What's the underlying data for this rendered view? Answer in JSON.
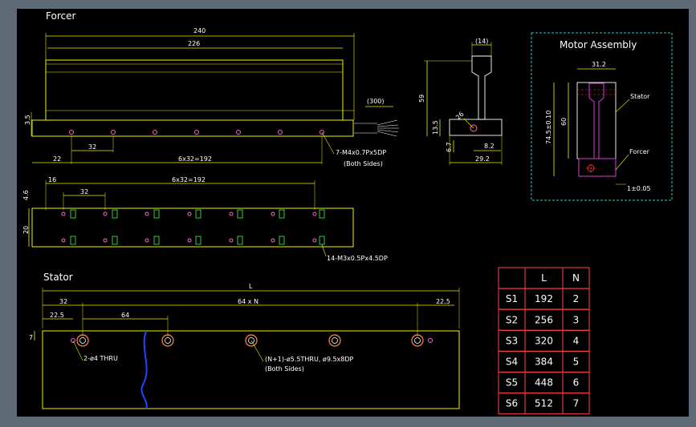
{
  "sections": {
    "forcer": "Forcer",
    "stator": "Stator",
    "motor_assembly": "Motor Assembly"
  },
  "forcer_dims": {
    "overall": "240",
    "body": "226",
    "cable": "(300)",
    "height": "3.5",
    "first_hole": "22",
    "pitch": "32",
    "hole_span": "6x32=192",
    "holes_note": "7-M4x0.7Px5DP",
    "holes_sub": "(Both Sides)"
  },
  "forcer_side": {
    "width": "(14)",
    "height": "59",
    "base_h": "13.5",
    "offset": "6.7",
    "slot": "8.2",
    "base_w": "29.2",
    "angle": "26"
  },
  "forcer_top": {
    "first": "16",
    "span": "6x32=192",
    "pitch": "32",
    "height": "20",
    "edge": "4.6",
    "holes_note": "14-M3x0.5Px4.5DP"
  },
  "assembly": {
    "width": "31.2",
    "total_h": "74.5±0.10",
    "stator_h": "60",
    "stator_label": "Stator",
    "forcer_label": "Forcer",
    "gap": "1±0.05"
  },
  "stator_dims": {
    "length": "L",
    "end_left": "32",
    "span": "64 x N",
    "end_right": "22.5",
    "edge_left": "22.5",
    "pitch": "64",
    "height": "7",
    "end_holes": "2-ø4 THRU",
    "mount_holes": "(N+1)-ø5.5THRU, ø9.5x8DP",
    "mount_sub": "(Both Sides)"
  },
  "table": {
    "headers": [
      "",
      "L",
      "N"
    ],
    "rows": [
      [
        "S1",
        "192",
        "2"
      ],
      [
        "S2",
        "256",
        "3"
      ],
      [
        "S3",
        "320",
        "4"
      ],
      [
        "S4",
        "384",
        "5"
      ],
      [
        "S5",
        "448",
        "6"
      ],
      [
        "S6",
        "512",
        "7"
      ]
    ]
  }
}
